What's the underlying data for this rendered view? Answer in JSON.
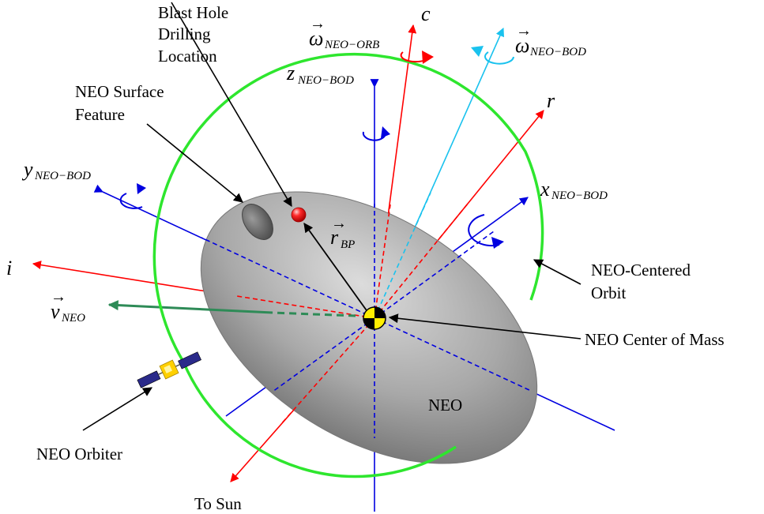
{
  "labels": {
    "blast_hole": [
      "Blast Hole",
      "Drilling",
      "Location"
    ],
    "surface_feature": [
      "NEO Surface",
      "Feature"
    ],
    "neo_centered_orbit": [
      "NEO-Centered",
      "Orbit"
    ],
    "center_of_mass": "NEO Center of Mass",
    "neo_body": "NEO",
    "orbiter": "NEO Orbiter",
    "to_sun": "To Sun"
  },
  "axes": {
    "c": "c",
    "r": "r",
    "i": "i",
    "omega_orb": {
      "base": "ω",
      "sub": "NEO−ORB"
    },
    "omega_bod": {
      "base": "ω",
      "sub": "NEO−BOD"
    },
    "z_bod": {
      "base": "z",
      "sub": "NEO−BOD"
    },
    "y_bod": {
      "base": "y",
      "sub": "NEO−BOD"
    },
    "x_bod": {
      "base": "x",
      "sub": "NEO−BOD"
    },
    "r_bp": {
      "base": "r",
      "sub": "BP"
    },
    "v_neo": {
      "base": "v",
      "sub": "NEO"
    }
  },
  "colors": {
    "body_frame": "#0000e0",
    "orbit_frame": "#ff0000",
    "spin_vector": "#19c2ee",
    "orbit_ring": "#2ee62e",
    "velocity": "#2e8b57",
    "blast_point": "#ff1a1a"
  },
  "icons": {
    "center_of_mass": "center-of-mass-icon",
    "orbiter": "satellite-icon",
    "blast_hole": "red-sphere-icon"
  }
}
